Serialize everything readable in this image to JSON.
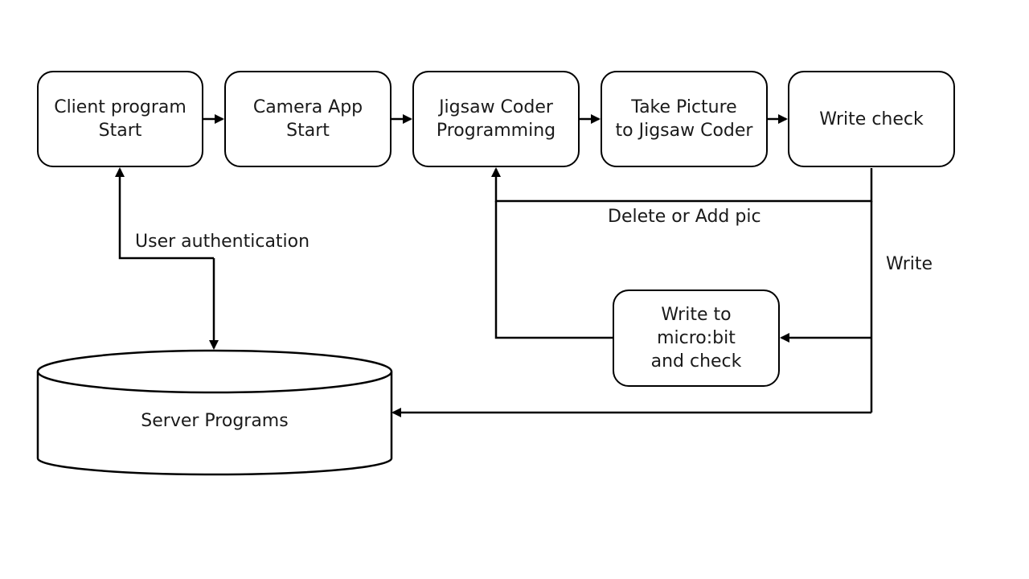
{
  "nodes": {
    "client_start": [
      "Client program",
      "Start"
    ],
    "camera_start": [
      "Camera App",
      "Start"
    ],
    "jigsaw_programming": [
      "Jigsaw Coder",
      "Programming"
    ],
    "take_picture": [
      "Take Picture",
      "to Jigsaw Coder"
    ],
    "write_check": [
      "Write check"
    ],
    "write_microbit": [
      "Write to",
      "micro:bit",
      "and check"
    ],
    "server": "Server Programs"
  },
  "edge_labels": {
    "user_auth": "User authentication",
    "delete_add": "Delete or Add pic",
    "write": "Write"
  }
}
